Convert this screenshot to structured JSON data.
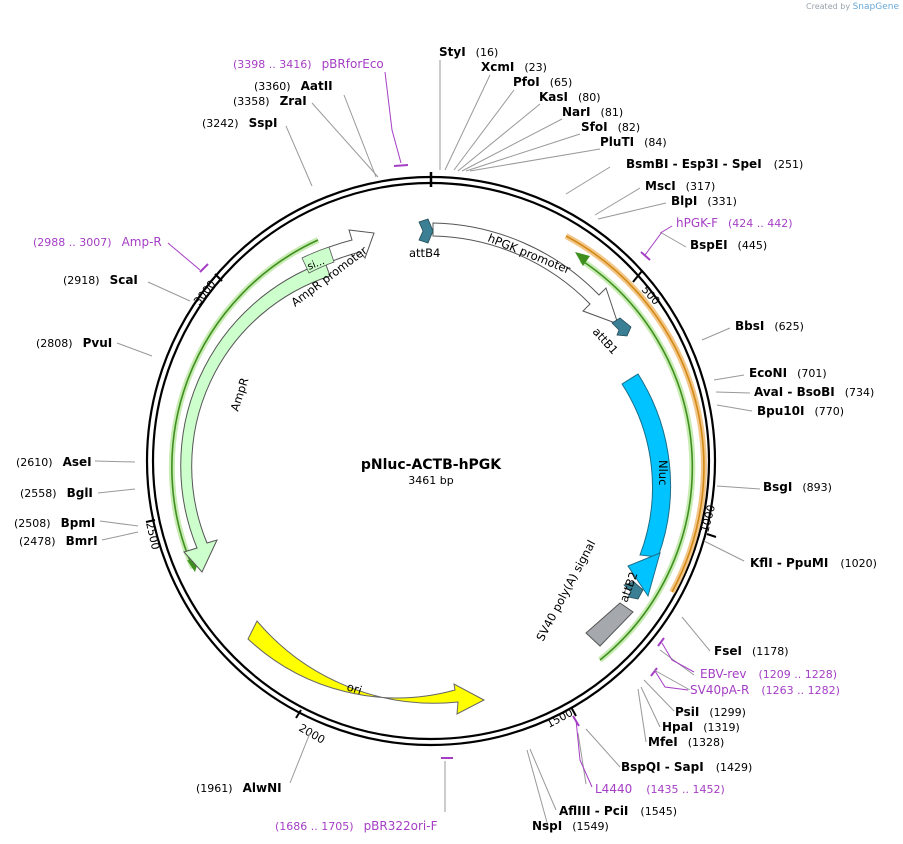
{
  "app": {
    "credit_prefix": "Created by",
    "credit_brand": "SnapGene"
  },
  "plasmid": {
    "name": "pNluc-ACTB-hPGK",
    "size_label": "3461 bp",
    "length": 3461
  },
  "ticks": [
    "500",
    "1000",
    "1500",
    "2000",
    "2500",
    "3000"
  ],
  "features": {
    "hpgk_promoter": "hPGK promoter",
    "nluc": "Nluc",
    "sv40_polya": "SV40 poly(A) signal",
    "ampr": "AmpR",
    "ampr_promoter": "AmpR promoter",
    "ori": "ori",
    "attb4": "attB4",
    "attb1": "attB1",
    "attb2": "attB2",
    "si": "si..."
  },
  "enzymes": [
    {
      "id": "styi",
      "name": "StyI",
      "pos": "(16)"
    },
    {
      "id": "xcmi",
      "name": "XcmI",
      "pos": "(23)"
    },
    {
      "id": "pfoi",
      "name": "PfoI",
      "pos": "(65)"
    },
    {
      "id": "kasi",
      "name": "KasI",
      "pos": "(80)"
    },
    {
      "id": "nari",
      "name": "NarI",
      "pos": "(81)"
    },
    {
      "id": "sfoi",
      "name": "SfoI",
      "pos": "(82)"
    },
    {
      "id": "pluti",
      "name": "PluTI",
      "pos": "(84)"
    },
    {
      "id": "bsmbi",
      "name": "BsmBI - Esp3I - SpeI",
      "pos": "(251)"
    },
    {
      "id": "msci",
      "name": "MscI",
      "pos": "(317)"
    },
    {
      "id": "blpi",
      "name": "BlpI",
      "pos": "(331)"
    },
    {
      "id": "bspei",
      "name": "BspEI",
      "pos": "(445)"
    },
    {
      "id": "bbsi",
      "name": "BbsI",
      "pos": "(625)"
    },
    {
      "id": "econi",
      "name": "EcoNI",
      "pos": "(701)"
    },
    {
      "id": "avai",
      "name": "AvaI - BsoBI",
      "pos": "(734)"
    },
    {
      "id": "bpu10i",
      "name": "Bpu10I",
      "pos": "(770)"
    },
    {
      "id": "bsgi",
      "name": "BsgI",
      "pos": "(893)"
    },
    {
      "id": "kfli",
      "name": "KflI - PpuMI",
      "pos": "(1020)"
    },
    {
      "id": "fsei",
      "name": "FseI",
      "pos": "(1178)"
    },
    {
      "id": "psii",
      "name": "PsiI",
      "pos": "(1299)"
    },
    {
      "id": "hpai",
      "name": "HpaI",
      "pos": "(1319)"
    },
    {
      "id": "mfei",
      "name": "MfeI",
      "pos": "(1328)"
    },
    {
      "id": "bspqi",
      "name": "BspQI - SapI",
      "pos": "(1429)"
    },
    {
      "id": "afliii",
      "name": "AflIII - PciI",
      "pos": "(1545)"
    },
    {
      "id": "nspi",
      "name": "NspI",
      "pos": "(1549)"
    },
    {
      "id": "alwni",
      "name": "AlwNI",
      "pos": "(1961)"
    },
    {
      "id": "bmri",
      "name": "BmrI",
      "pos": "(2478)"
    },
    {
      "id": "bpmi",
      "name": "BpmI",
      "pos": "(2508)"
    },
    {
      "id": "bgli",
      "name": "BglI",
      "pos": "(2558)"
    },
    {
      "id": "asei",
      "name": "AseI",
      "pos": "(2610)"
    },
    {
      "id": "pvui",
      "name": "PvuI",
      "pos": "(2808)"
    },
    {
      "id": "scai",
      "name": "ScaI",
      "pos": "(2918)"
    },
    {
      "id": "sspi",
      "name": "SspI",
      "pos": "(3242)"
    },
    {
      "id": "zrai",
      "name": "ZraI",
      "pos": "(3358)"
    },
    {
      "id": "aatii",
      "name": "AatII",
      "pos": "(3360)"
    }
  ],
  "primers": [
    {
      "id": "pbrforeco",
      "name": "pBRforEco",
      "pos": "(3398 .. 3416)"
    },
    {
      "id": "ampr_p",
      "name": "Amp-R",
      "pos": "(2988 .. 3007)"
    },
    {
      "id": "hpgkf",
      "name": "hPGK-F",
      "pos": "(424 .. 442)"
    },
    {
      "id": "ebvrev",
      "name": "EBV-rev",
      "pos": "(1209 .. 1228)"
    },
    {
      "id": "sv40par",
      "name": "SV40pA-R",
      "pos": "(1263 .. 1282)"
    },
    {
      "id": "l4440",
      "name": "L4440",
      "pos": "(1435 .. 1452)"
    },
    {
      "id": "pbr322ori",
      "name": "pBR322ori-F",
      "pos": "(1686 .. 1705)"
    }
  ],
  "colors": {
    "backbone": "#000000",
    "hpgk_promoter": "#ffffff",
    "nluc": "#00c3ff",
    "sv40": "#a5a9ad",
    "ampr": "#ccffcc",
    "ori": "#ffff00",
    "att": "#3b7f94",
    "primer": "#a53ec5",
    "green_arc": "#3f8f1f",
    "orange_arc": "#d28a16"
  }
}
